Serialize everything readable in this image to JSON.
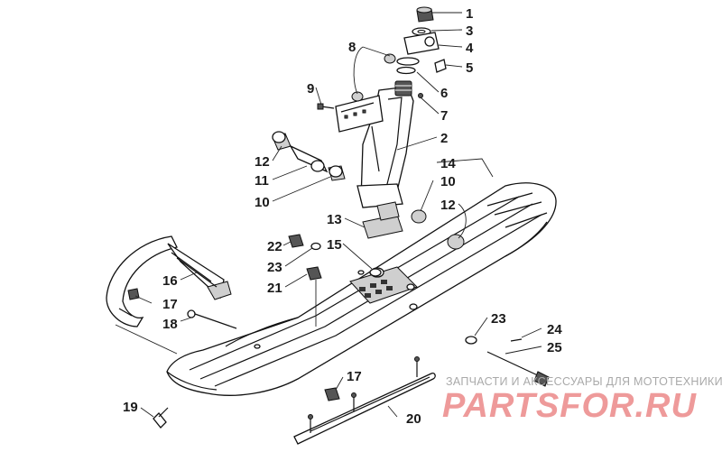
{
  "callouts": [
    "1",
    "3",
    "4",
    "5",
    "8",
    "6",
    "9",
    "7",
    "2",
    "12",
    "11",
    "14",
    "10",
    "10",
    "12",
    "13",
    "22",
    "15",
    "23",
    "16",
    "21",
    "17",
    "18",
    "23",
    "24",
    "25",
    "17",
    "19",
    "20"
  ],
  "watermark": {
    "subtitle": "ЗАПЧАСТИ И АКСЕССУАРЫ ДЛЯ МОТОТЕХНИКИ",
    "brand": "PARTSFOR.RU"
  }
}
